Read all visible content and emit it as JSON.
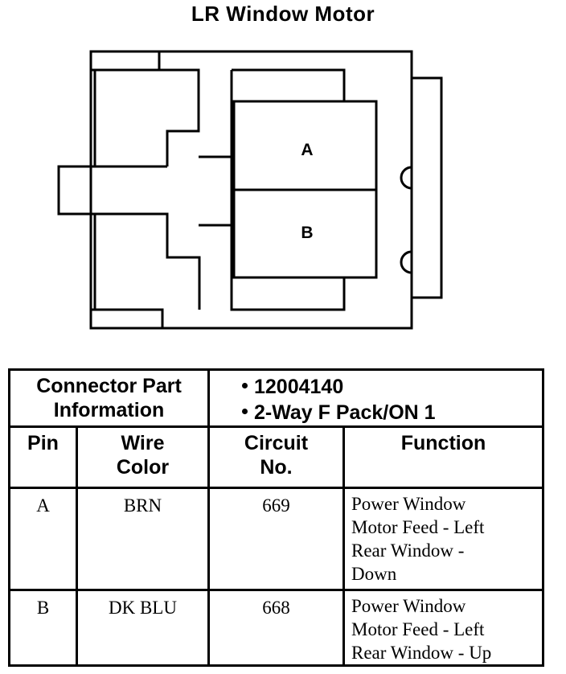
{
  "title": "LR Window Motor",
  "diagram": {
    "cavity_labels": [
      "A",
      "B"
    ]
  },
  "table": {
    "connector_info_label_1": "Connector Part",
    "connector_info_label_2": "Information",
    "part_info": [
      "12004140",
      "2-Way F Pack/ON 1"
    ],
    "headers": {
      "pin": "Pin",
      "wire_color_1": "Wire",
      "wire_color_2": "Color",
      "circuit_1": "Circuit",
      "circuit_2": "No.",
      "function": "Function"
    },
    "rows": [
      {
        "pin": "A",
        "wire_color": "BRN",
        "circuit": "669",
        "function_lines": [
          "Power Window",
          "Motor Feed - Left",
          "Rear Window -",
          "Down"
        ]
      },
      {
        "pin": "B",
        "wire_color": "DK BLU",
        "circuit": "668",
        "function_lines": [
          "Power Window",
          "Motor Feed - Left",
          "Rear Window - Up"
        ]
      }
    ]
  }
}
